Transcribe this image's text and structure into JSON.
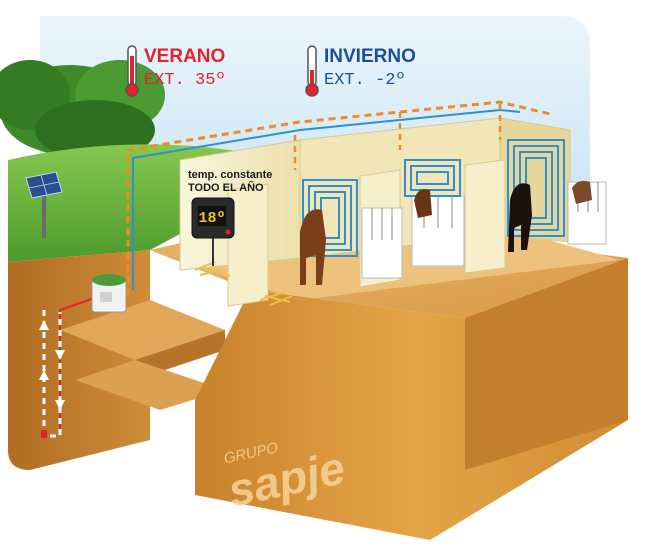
{
  "summer": {
    "title": "VERANO",
    "temp": "EXT. 35º"
  },
  "winter": {
    "title": "INVIERNO",
    "temp": "EXT. -2º"
  },
  "thermostat": {
    "label_line1": "temp. constante",
    "label_line2": "TODO EL AÑO",
    "reading": "18º"
  },
  "brand": {
    "prefix": "GRUPO",
    "name": "sapje"
  },
  "colors": {
    "summer_red": "#e3222a",
    "winter_blue": "#1a4f9c",
    "warm_pipe": "#f08a24",
    "cold_pipe": "#2f8fd0",
    "soil": "#d9953a",
    "wall": "#f5eec8",
    "sky": "#d8ecfa",
    "grass": "#6fb840"
  }
}
